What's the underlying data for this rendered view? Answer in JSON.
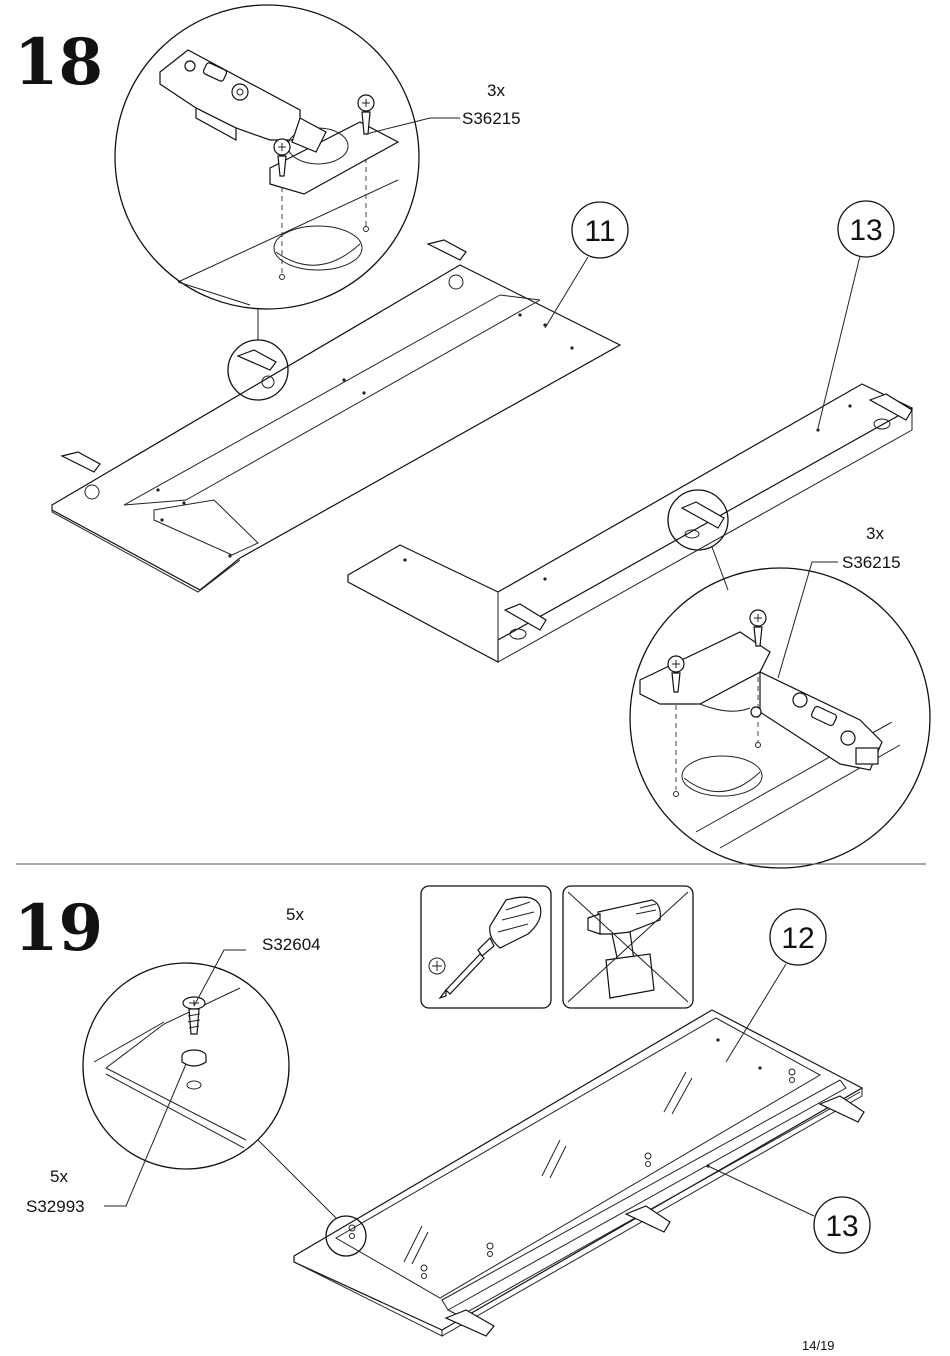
{
  "page": {
    "number": "14/19"
  },
  "step18": {
    "number": "18",
    "part_left": "11",
    "part_right": "13",
    "hinge_top": {
      "qty": "3x",
      "code": "S36215"
    },
    "hinge_right": {
      "qty": "3x",
      "code": "S36215"
    }
  },
  "step19": {
    "number": "19",
    "part_glass": "12",
    "part_frame": "13",
    "screw": {
      "qty": "5x",
      "code": "S32604"
    },
    "bumper": {
      "qty": "5x",
      "code": "S32993"
    },
    "tools": [
      {
        "name": "phillips-screwdriver",
        "allowed": true
      },
      {
        "name": "power-drill",
        "allowed": false
      }
    ]
  },
  "colors": {
    "line": "#111111",
    "background": "#ffffff"
  }
}
